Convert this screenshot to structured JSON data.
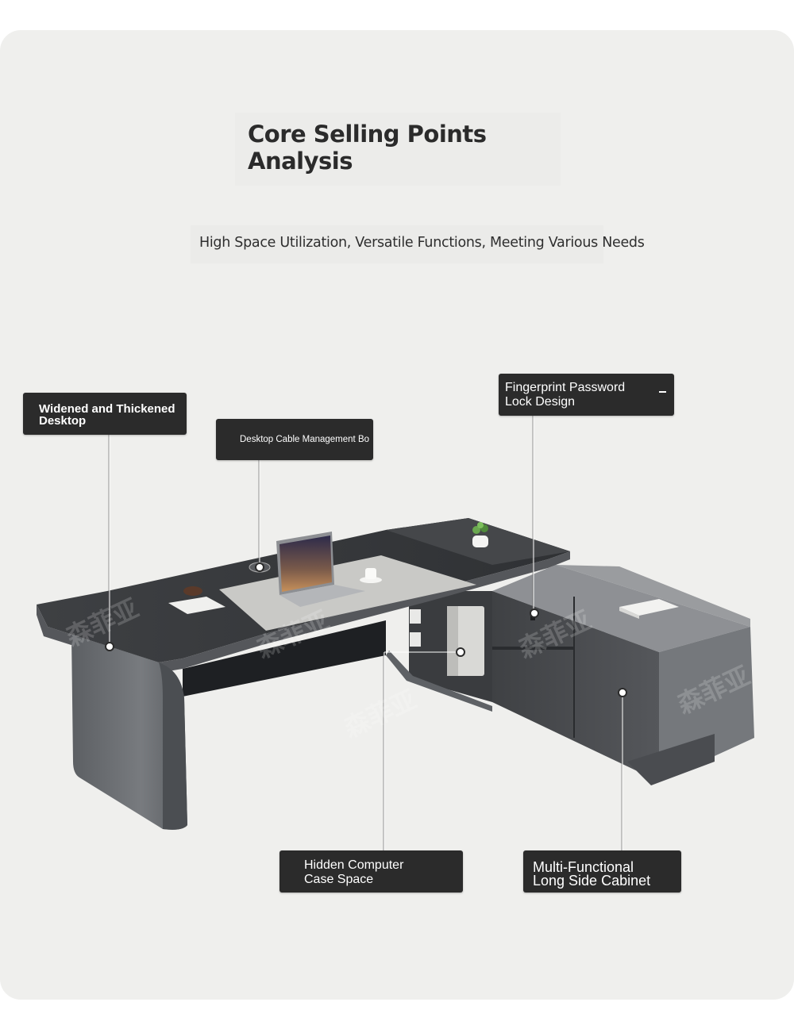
{
  "header": {
    "title": "Core Selling Points\nAnalysis",
    "subtitle": "High Space Utilization, Versatile Functions, Meeting Various Needs"
  },
  "callouts": {
    "desktop": "Widened and Thickened\nDesktop",
    "cable": "Desktop Cable Management Bo",
    "lock": "Fingerprint Password\nLock Design",
    "case": "Hidden Computer\nCase Space",
    "cabinet": "Multi-Functional\nLong Side Cabinet"
  },
  "colors": {
    "background": "#efefed",
    "label_bg": "#2b2b2b",
    "label_text": "#ffffff",
    "desk_top": "#3b3d40",
    "desk_body": "#6b6d70",
    "leather_pad": "#c9c9c6"
  },
  "icons": [
    "callout-dot-icon"
  ],
  "watermark_text": "森菲亚"
}
